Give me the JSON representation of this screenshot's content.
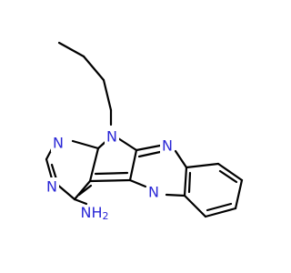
{
  "molecule": {
    "colors": {
      "bond": "#000000",
      "nitrogen": "#2a27d6",
      "background": "#ffffff"
    },
    "atoms": {
      "n_butyl": "N",
      "n_pyrimidine_upper": "N",
      "n_pyrimidine_lower": "N",
      "n_quinoxaline_upper": "N",
      "n_quinoxaline_lower": "N",
      "amine": "NH",
      "amine_subscript": "2"
    }
  }
}
